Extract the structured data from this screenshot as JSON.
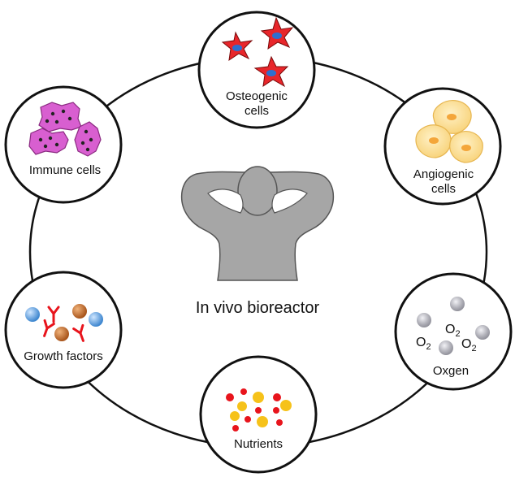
{
  "center_label": "In vivo bioreactor",
  "nodes": {
    "osteogenic": {
      "line1": "Osteogenic",
      "line2": "cells"
    },
    "angiogenic": {
      "line1": "Angiogenic",
      "line2": "cells"
    },
    "oxygen": {
      "label": "Oxgen",
      "formula_main": "O",
      "formula_sub": "2"
    },
    "nutrients": {
      "label": "Nutrients"
    },
    "growth": {
      "label": "Growth factors"
    },
    "immune": {
      "label": "Immune cells"
    }
  },
  "colors": {
    "osteogenic_cell": "#e8262b",
    "osteogenic_nucleus": "#2f6fcf",
    "angiogenic_cell": "#fad98a",
    "angiogenic_nucleus": "#f4a63a",
    "immune_cell": "#d85fd0",
    "nutrient_red": "#e8141c",
    "nutrient_yellow": "#f6c21a",
    "growth_blue": "#4a94d8",
    "growth_brown": "#c06a28",
    "silhouette": "#a6a6a6"
  }
}
